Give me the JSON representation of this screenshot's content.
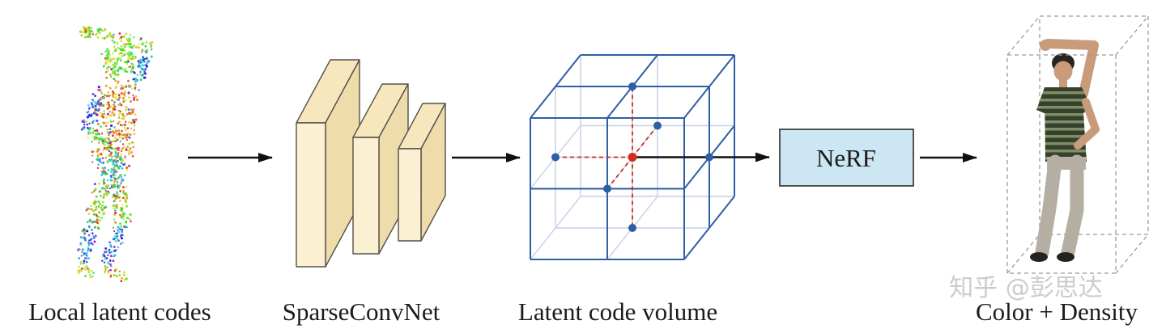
{
  "captions": {
    "local_latent_codes": "Local latent codes",
    "sparseconvnet": "SparseConvNet",
    "latent_code_volume": "Latent code volume",
    "color_density": "Color + Density"
  },
  "nerf_label": "NeRF",
  "watermark": "知乎 @彭思达",
  "colors": {
    "text": "#1b1b1b",
    "arrow": "#111111",
    "slab_front": "#fbf0d2",
    "slab_top": "#f6e7bd",
    "slab_side": "#eedcab",
    "slab_outline": "#55504a",
    "cube_edge": "#2e5ea6",
    "cube_hidden": "#c5cfe6",
    "lattice_dot": "#2e5ea6",
    "center_dot": "#d62b1f",
    "interp_line": "#d62b1f",
    "nerf_fill": "#cde6f4",
    "nerf_border": "#2b2b2b",
    "dashed_box": "#9b9b9b",
    "watermark": "#c7c7c7",
    "skin": "#c89b7b",
    "hair": "#2a2420",
    "shirt_dark": "#35402e",
    "shirt_light": "#7d8f63",
    "pants": "#b5afa3",
    "shoes": "#26231f"
  }
}
